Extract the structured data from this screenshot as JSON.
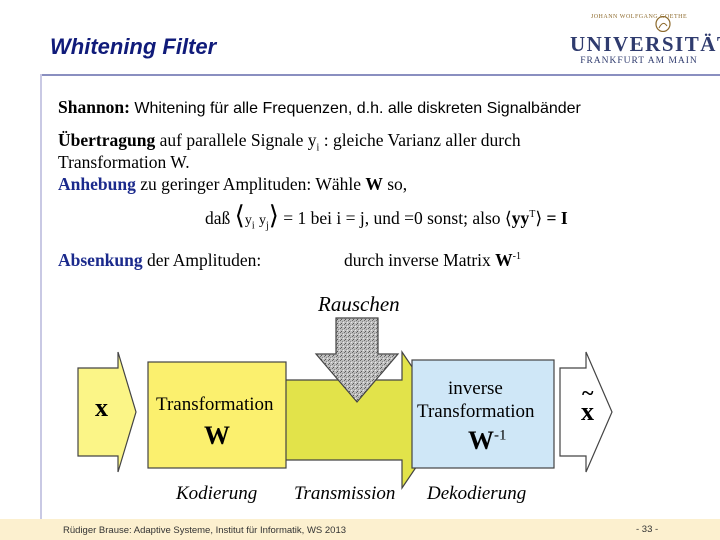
{
  "title": "Whitening Filter",
  "logo": {
    "top_line": "JOHANN WOLFGANG GOETHE",
    "name": "UNIVERSITÄT",
    "city": "FRANKFURT AM MAIN"
  },
  "text": {
    "shannon_label": "Shannon:",
    "shannon_text": "Whitening für alle Frequenzen, d.h. alle diskreten Signalbänder",
    "uebertragung_label": "Übertragung",
    "uebertragung_text": "auf parallele Signale y",
    "uebertragung_sub": "i",
    "uebertragung_rest": ": gleiche Varianz aller durch",
    "transformation_line": "Transformation W.",
    "anhebung_label": "Anhebung",
    "anhebung_text": "zu geringer Amplituden: Wähle",
    "anhebung_W": "W",
    "anhebung_end": "so,",
    "dass": "daß",
    "yi": "y",
    "i": "i",
    "yj": "y",
    "j": "j",
    "condition": "= 1 bei i = j,   und =0  sonst; also",
    "yyT": "yy",
    "T": "T",
    "eqI": "= I",
    "absenkung_label": "Absenkung",
    "absenkung_text": "der Amplituden:",
    "durch_text": "durch inverse Matrix",
    "W_inv": "W",
    "minus1": "-1"
  },
  "diagram": {
    "noise_label": "Rauschen",
    "input_label": "x",
    "transform_label": "Transformation",
    "transform_W": "W",
    "inverse_label_1": "inverse",
    "inverse_label_2": "Transformation",
    "inverse_W": "W",
    "inverse_exp": "-1",
    "output_label": "x",
    "output_tilde": "~",
    "coding_label": "Kodierung",
    "transmission_label": "Transmission",
    "decoding_label": "Dekodierung",
    "colors": {
      "arrow_yellow": "#fbf587",
      "transform_fill": "#fbf06e",
      "inverse_fill": "#cfe7f7",
      "noise_fill": "#bdbdbd"
    }
  },
  "footer": {
    "author": "Rüdiger Brause: Adaptive Systeme, Institut für Informatik, WS 2013",
    "page": "- 33 -"
  }
}
